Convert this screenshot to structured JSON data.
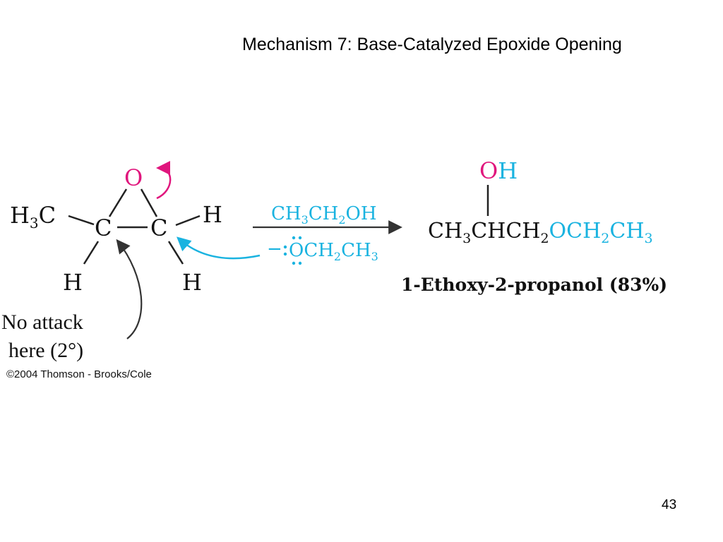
{
  "slide": {
    "title": "Mechanism 7:  Base-Catalyzed Epoxide Opening",
    "page_number": "43",
    "copyright": "©2004 Thomson - Brooks/Cole"
  },
  "reactant": {
    "ring_oxygen": "O",
    "methyl_h": "H",
    "methyl_sub": "3",
    "methyl_c": "C",
    "carbon_left": "C",
    "carbon_right": "C",
    "h_right": "H",
    "h_bottom_left": "H",
    "h_bottom_right": "H"
  },
  "reagents": {
    "solvent_parts": [
      "CH",
      "3",
      "CH",
      "2",
      "OH"
    ],
    "nucleophile_charge": "−",
    "nucleophile_oxygen": "O",
    "nucleophile_rest": [
      "CH",
      "2",
      "CH",
      "3"
    ]
  },
  "product": {
    "oh_o": "O",
    "oh_h": "H",
    "chain_black": [
      "CH",
      "3",
      "CHCH",
      "2"
    ],
    "chain_blue": [
      "OCH",
      "2",
      "CH",
      "3"
    ],
    "name": "1-Ethoxy-2-propanol (83%)"
  },
  "annotation": {
    "line1": "No attack",
    "line2": "here (2°)"
  },
  "colors": {
    "oxygen": "#e0167d",
    "reagent": "#1ab3e0",
    "text": "#111111",
    "arrow": "#333333"
  }
}
